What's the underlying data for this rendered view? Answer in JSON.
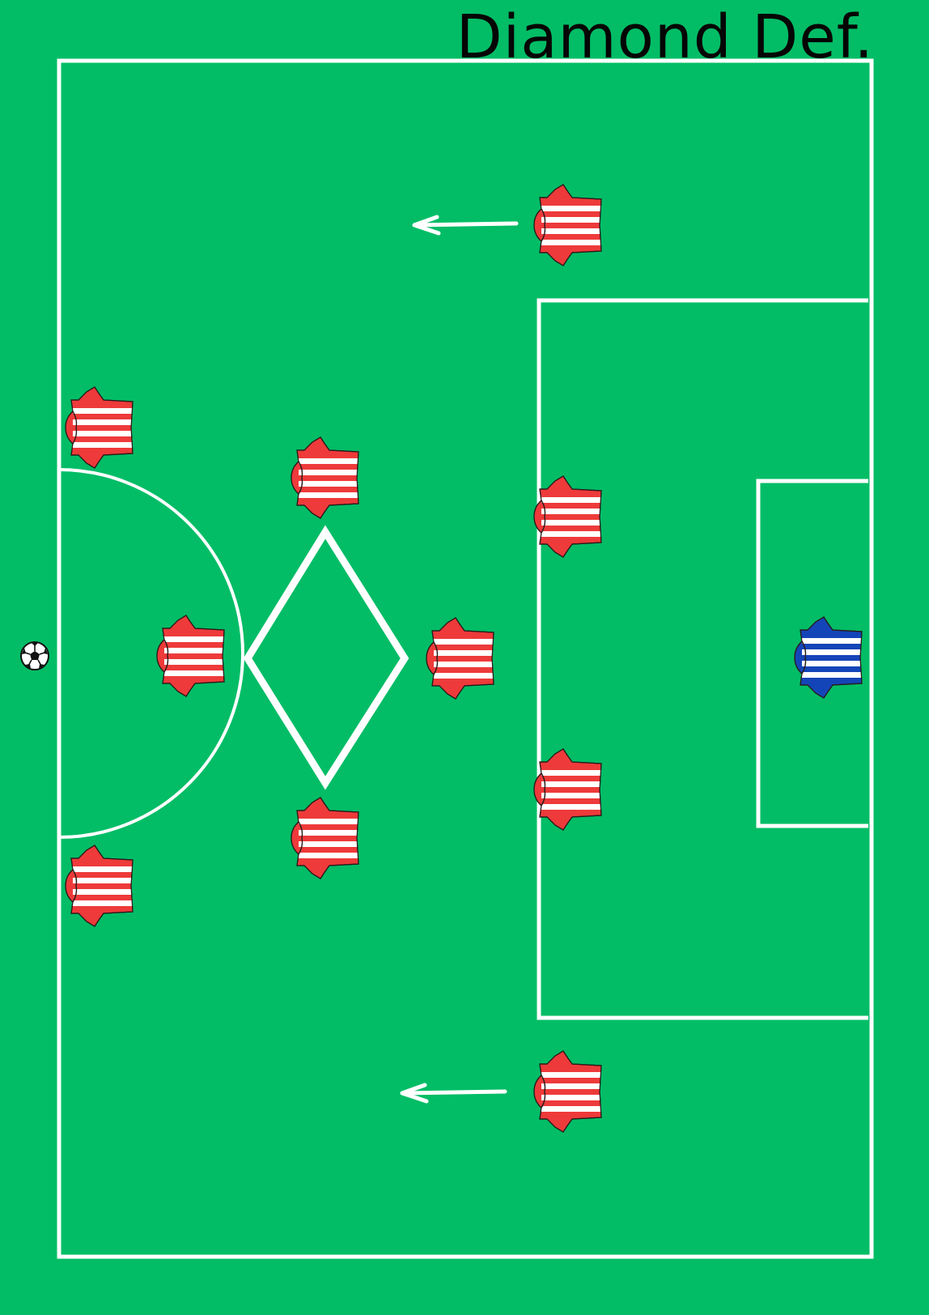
{
  "diagram": {
    "title": "Diamond Def.",
    "colors": {
      "pitch": "#02bd66",
      "lines": "#ffffff",
      "title_text": "#050505",
      "team_jersey": "#ee3a3a",
      "team_stripe": "#ffffff",
      "goalkeeper_jersey": "#1445b8"
    },
    "icons": {
      "player": "striped-jersey-icon",
      "goalkeeper": "goalkeeper-jersey-icon",
      "ball": "soccer-ball-icon",
      "movement": "arrow-left-icon"
    },
    "players": [
      {
        "id": "winger-top",
        "team": "red"
      },
      {
        "id": "wide-left-top",
        "team": "red"
      },
      {
        "id": "diamond-top",
        "team": "red"
      },
      {
        "id": "penalty-box-top",
        "team": "red"
      },
      {
        "id": "center-circle",
        "team": "red"
      },
      {
        "id": "diamond-right",
        "team": "red"
      },
      {
        "id": "penalty-box-bottom",
        "team": "red"
      },
      {
        "id": "diamond-bottom",
        "team": "red"
      },
      {
        "id": "wide-left-bottom",
        "team": "red"
      },
      {
        "id": "winger-bottom",
        "team": "red"
      },
      {
        "id": "goalkeeper",
        "team": "blue"
      }
    ],
    "movement_arrows": [
      {
        "from": "winger-top",
        "direction": "left"
      },
      {
        "from": "winger-bottom",
        "direction": "left"
      }
    ]
  }
}
